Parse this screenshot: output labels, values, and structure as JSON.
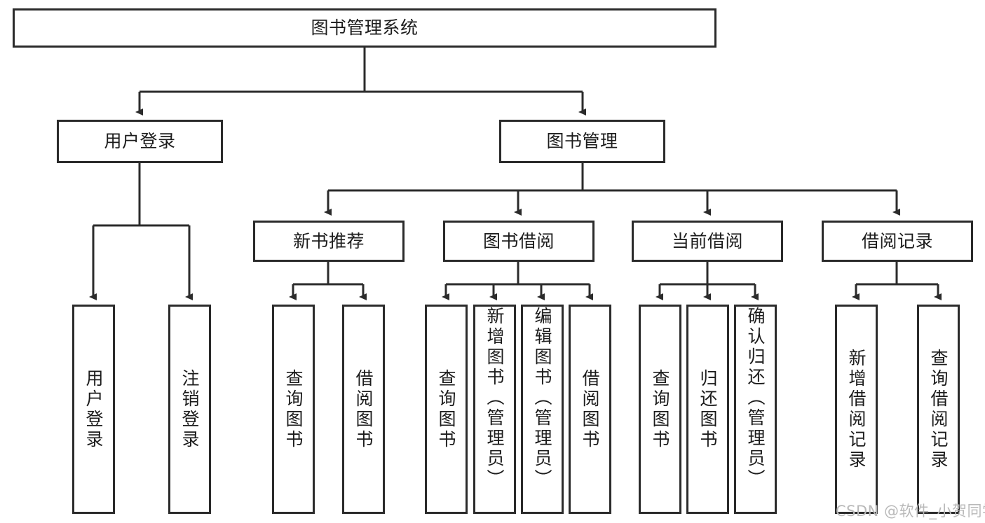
{
  "diagram": {
    "title": "图书管理系统",
    "type": "functional-decomposition-tree",
    "watermark": "CSDN @软件_小贺同学",
    "colors": {
      "stroke": "#2b2b2b",
      "fill": "#ffffff",
      "text": "#1c1c1c",
      "watermark": "#b9b9b9"
    },
    "levels": {
      "root": {
        "label": "图书管理系统"
      },
      "level2": [
        {
          "label": "用户登录"
        },
        {
          "label": "图书管理"
        }
      ],
      "level3": [
        {
          "label": "新书推荐"
        },
        {
          "label": "图书借阅"
        },
        {
          "label": "当前借阅"
        },
        {
          "label": "借阅记录"
        }
      ],
      "leaves": {
        "user_login": [
          {
            "label": "用户登录"
          },
          {
            "label": "注销登录"
          }
        ],
        "new_book_recommend": [
          {
            "label": "查询图书"
          },
          {
            "label": "借阅图书"
          }
        ],
        "book_borrow": [
          {
            "label": "查询图书"
          },
          {
            "label": "新增图书（管理员）"
          },
          {
            "label": "编辑图书（管理员）"
          },
          {
            "label": "借阅图书"
          }
        ],
        "current_borrow": [
          {
            "label": "查询图书"
          },
          {
            "label": "归还图书"
          },
          {
            "label": "确认归还（管理员）"
          }
        ],
        "borrow_record": [
          {
            "label": "新增借阅记录"
          },
          {
            "label": "查询借阅记录"
          }
        ]
      }
    }
  }
}
